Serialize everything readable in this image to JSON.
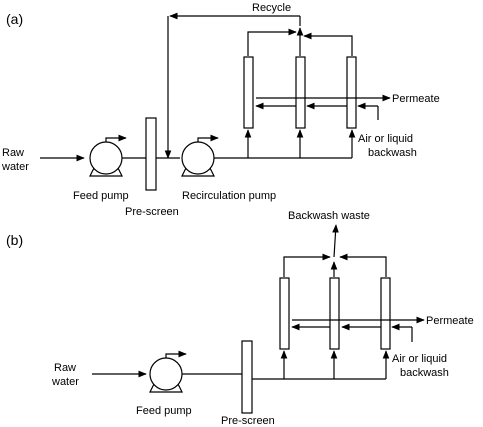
{
  "colors": {
    "line": "#000000",
    "background": "#ffffff"
  },
  "panel_a": {
    "label": "(a)",
    "recycle": "Recycle",
    "raw_water_1": "Raw",
    "raw_water_2": "water",
    "feed_pump": "Feed pump",
    "pre_screen": "Pre-screen",
    "recirculation_pump": "Recirculation pump",
    "permeate": "Permeate",
    "backwash_1": "Air or liquid",
    "backwash_2": "backwash"
  },
  "panel_b": {
    "label": "(b)",
    "backwash_waste": "Backwash waste",
    "raw_water_1": "Raw",
    "raw_water_2": "water",
    "feed_pump": "Feed pump",
    "pre_screen": "Pre-screen",
    "permeate": "Permeate",
    "backwash_1": "Air or liquid",
    "backwash_2": "backwash"
  }
}
